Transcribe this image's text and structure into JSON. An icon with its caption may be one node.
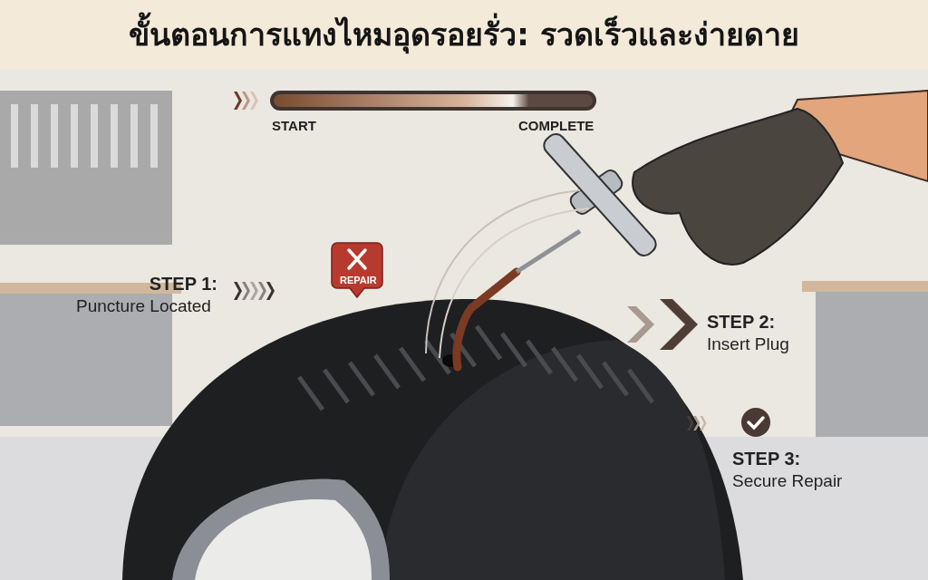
{
  "diagram": {
    "title": "ขั้นตอนการแทงไหมอุดรอยรั่ว: รวดเร็วและง่ายดาย",
    "labels": [
      "START",
      "COMPLETE",
      "STEP 1:",
      "Puncture Located",
      "REPAIR",
      "STEP 2:",
      "Insert Plug",
      "STEP 3:",
      "Secure Repair"
    ]
  }
}
